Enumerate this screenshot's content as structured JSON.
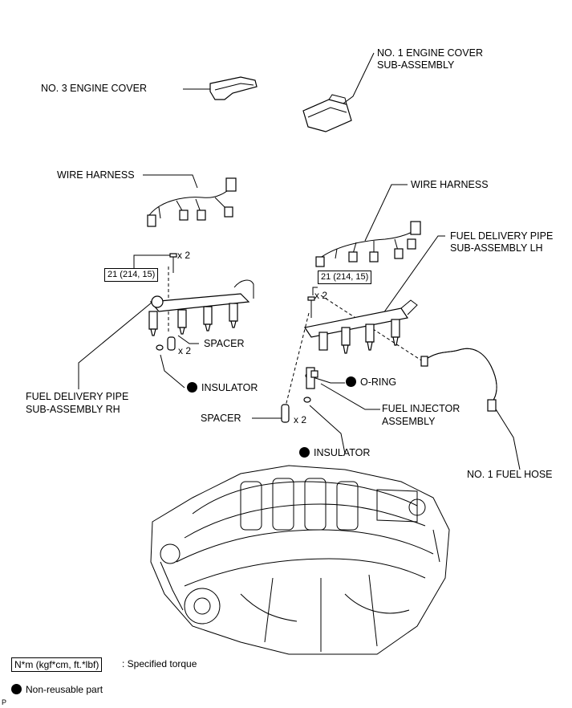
{
  "labels": {
    "no3_engine_cover": "NO. 3 ENGINE COVER",
    "no1_engine_cover_1": "NO. 1 ENGINE COVER",
    "no1_engine_cover_2": "SUB-ASSEMBLY",
    "wire_harness_rh": "WIRE HARNESS",
    "wire_harness_lh": "WIRE HARNESS",
    "fuel_pipe_lh_1": "FUEL DELIVERY PIPE",
    "fuel_pipe_lh_2": "SUB-ASSEMBLY LH",
    "fuel_pipe_rh_1": "FUEL DELIVERY PIPE",
    "fuel_pipe_rh_2": "SUB-ASSEMBLY RH",
    "spacer_rh": "SPACER",
    "spacer_lh": "SPACER",
    "insulator_rh": "INSULATOR",
    "insulator_lh": "INSULATOR",
    "o_ring": "O-RING",
    "fuel_injector_1": "FUEL INJECTOR",
    "fuel_injector_2": "ASSEMBLY",
    "no1_fuel_hose": "NO. 1 FUEL HOSE"
  },
  "torque": {
    "rh": "21 (214, 15)",
    "lh": "21 (214, 15)"
  },
  "quantities": {
    "bolt_rh": "x 2",
    "spacer_rh": "x 2",
    "bolt_lh": "x 2",
    "spacer_lh": "x 2"
  },
  "legend": {
    "torque_unit": "N*m (kgf*cm, ft.*lbf)",
    "torque_desc": ": Specified torque",
    "nonreusable_desc": "Non-reusable part"
  },
  "corner_mark": "P"
}
